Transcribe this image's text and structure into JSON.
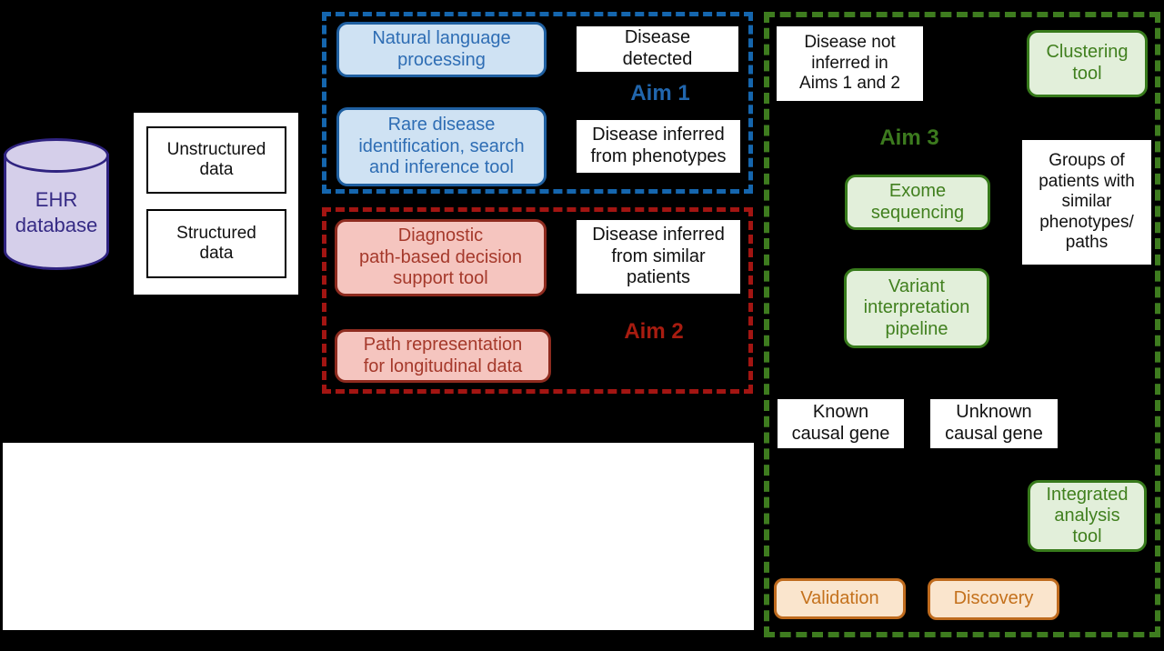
{
  "colors": {
    "background": "#000000",
    "aim1_dash": "#1566ae",
    "aim2_dash": "#a31512",
    "aim3_dash": "#3e7c1f",
    "blue_fill": "#cfe2f3",
    "blue_stroke": "#1f5fa0",
    "blue_text": "#2e6db4",
    "red_fill": "#f5c5bf",
    "red_stroke": "#8e2b1f",
    "red_text": "#a5392b",
    "green_fill": "#e2efda",
    "green_stroke": "#377a1b",
    "green_text": "#41801f",
    "orange_fill": "#fae5cd",
    "orange_stroke": "#bf6b1e",
    "orange_text": "#c4711c",
    "database_fill": "#d5cfea",
    "database_stroke": "#2f2380",
    "database_text": "#362b85"
  },
  "ehr": {
    "label": "EHR\ndatabase"
  },
  "data_panel": {
    "unstructured": "Unstructured\ndata",
    "structured": "Structured\ndata"
  },
  "aim1": {
    "label": "Aim 1",
    "nlp": "Natural language\nprocessing",
    "rare_disease_tool": "Rare disease\nidentification, search\nand inference tool",
    "disease_detected": "Disease\ndetected",
    "disease_inferred_phenotypes": "Disease inferred\nfrom phenotypes"
  },
  "aim2": {
    "label": "Aim 2",
    "diagnostic_tool": "Diagnostic\npath-based decision\nsupport tool",
    "path_representation": "Path representation\nfor longitudinal data",
    "disease_inferred_similar": "Disease inferred\nfrom similar\npatients"
  },
  "aim3": {
    "label": "Aim 3",
    "disease_not_inferred": "Disease not\ninferred in\nAims 1 and 2",
    "clustering_tool": "Clustering\ntool",
    "exome_sequencing": "Exome\nsequencing",
    "groups_of_patients": "Groups of\npatients with\nsimilar\nphenotypes/\npaths",
    "variant_pipeline": "Variant\ninterpretation\npipeline",
    "known_causal_gene": "Known\ncausal gene",
    "unknown_causal_gene": "Unknown\ncausal gene",
    "integrated_analysis_tool": "Integrated\nanalysis\ntool",
    "validation": "Validation",
    "discovery": "Discovery"
  }
}
